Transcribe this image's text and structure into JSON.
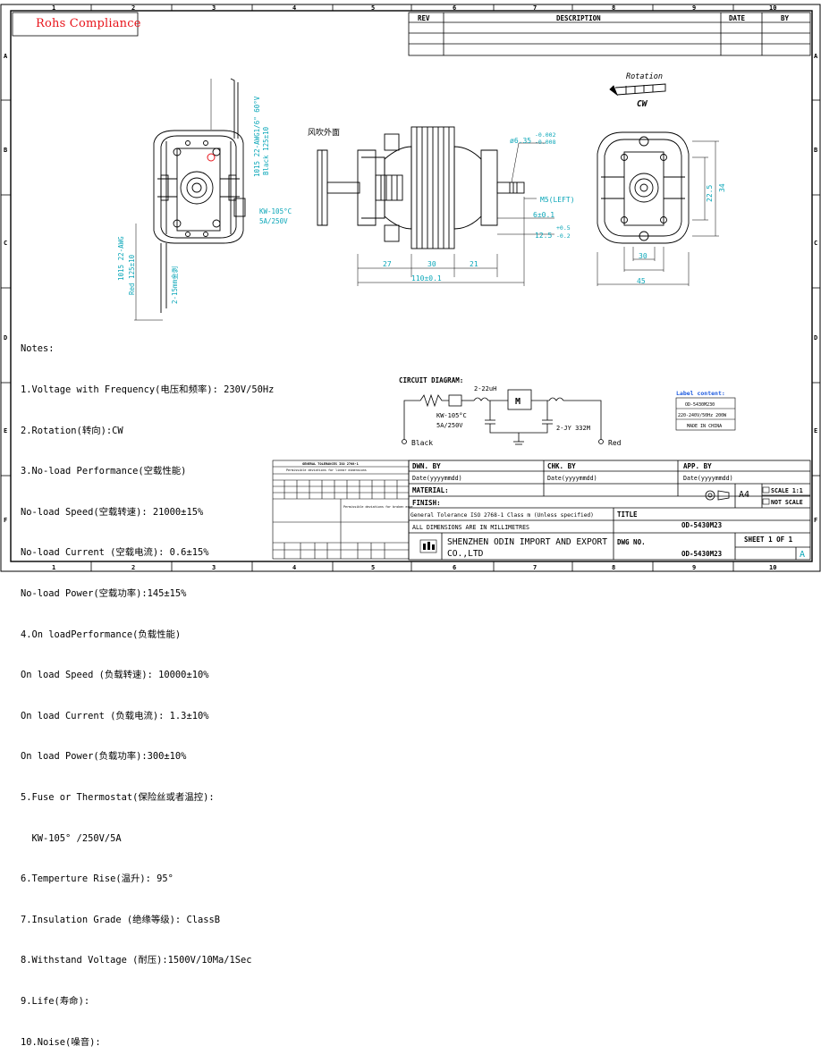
{
  "compliance": "Rohs Compliance",
  "grid": {
    "cols": [
      "1",
      "2",
      "3",
      "4",
      "5",
      "6",
      "7",
      "8",
      "9",
      "10"
    ],
    "rows": [
      "A",
      "B",
      "C",
      "D",
      "E",
      "F"
    ]
  },
  "rev_table": {
    "rev": "REV",
    "description": "DESCRIPTION",
    "date": "DATE",
    "by": "BY"
  },
  "views": {
    "front_left": {
      "lead_black": "1015 22-AWG1/6\" 60°V",
      "lead_black2": "Black 125±10",
      "lead_red": "1015 22-AWG",
      "lead_red2": "Red 125±10",
      "tin_label": "2-15mm金剥",
      "thermostat": "KW-105°C",
      "thermostat2": "5A/250V"
    },
    "side": {
      "fan_label": "风吹外面",
      "shaft_dia": "ø6.35",
      "shaft_tol_up": "-0.002",
      "shaft_tol_dn": "-0.008",
      "thread": "M5(LEFT)",
      "dim_6": "6±0.1",
      "dim_125": "12.5",
      "dim_125_tol_up": "+0.5",
      "dim_125_tol_dn": "-0.2",
      "dim_27": "27",
      "dim_30": "30",
      "dim_21": "21",
      "dim_total": "110±0.1"
    },
    "front_right": {
      "rotation": "Rotation",
      "rotation_dir": "CW",
      "dim_225": "22.5",
      "dim_34": "34",
      "dim_30": "30",
      "dim_45": "45"
    }
  },
  "circuit": {
    "title": "CIRCUIT DIAGRAM:",
    "choke": "2-22uH",
    "thermostat": "KW-105°C",
    "thermostat2": "5A/250V",
    "cap": "2-JY 332M",
    "black": "Black",
    "red": "Red",
    "motor": "M"
  },
  "label_content": {
    "title": "Label content:",
    "lines": [
      "OD-5430M230",
      "220-240V/50Hz 200W",
      "MADE IN CHINA"
    ]
  },
  "notes": [
    "Notes:",
    "1.Voltage with Frequency(电压和频率): 230V/50Hz",
    "2.Rotation(转向):CW",
    "3.No-load Performance(空载性能)",
    "No-load Speed(空载转速): 21000±15%",
    "No-load Current (空载电流): 0.6±15%",
    "No-load Power(空载功率):145±15%",
    "4.On loadPerformance(负载性能)",
    "On load Speed (负载转速): 10000±10%",
    "On load Current (负载电流): 1.3±10%",
    "On load Power(负载功率):300±10%",
    "5.Fuse or Thermostat(保险丝或者温控):",
    "  KW-105° /250V/5A",
    "6.Temperture Rise(温升): 95°",
    "7.Insulation Grade (绝缘等级): ClassB",
    "8.Withstand Voltage (耐压):1500V/10Ma/1Sec",
    "9.Life(寿命):",
    "10.Noise(噪音):"
  ],
  "title_block": {
    "dwn_by": "DWN. BY",
    "chk_by": "CHK. BY",
    "app_by": "APP. BY",
    "date_fmt": "Date(yyyymmdd)",
    "material": "MATERIAL:",
    "finish": "FINISH:",
    "tolerance": "General Tolerance ISO 2768-1 Class m (Unless specified)",
    "units": "ALL DIMENSIONS ARE IN MILLIMETRES",
    "company": "SHENZHEN ODIN IMPORT AND EXPORT",
    "company2": "CO.,LTD",
    "title": "TITLE",
    "title_value": "OD-5430M23",
    "dwg_no": "DWG NO.",
    "dwg_value": "OD-5430M23",
    "size": "A4",
    "scale": "SCALE 1:1",
    "not_scale": "NOT SCALE",
    "sheet": "SHEET 1 OF 1",
    "rev": "A"
  },
  "tolerance_table": {
    "head": "GENERAL TOLERANCES ISO 2768-1",
    "row1": "Permissible deviations for linear dimensions",
    "row2": "Permissible deviations for broken edge"
  }
}
